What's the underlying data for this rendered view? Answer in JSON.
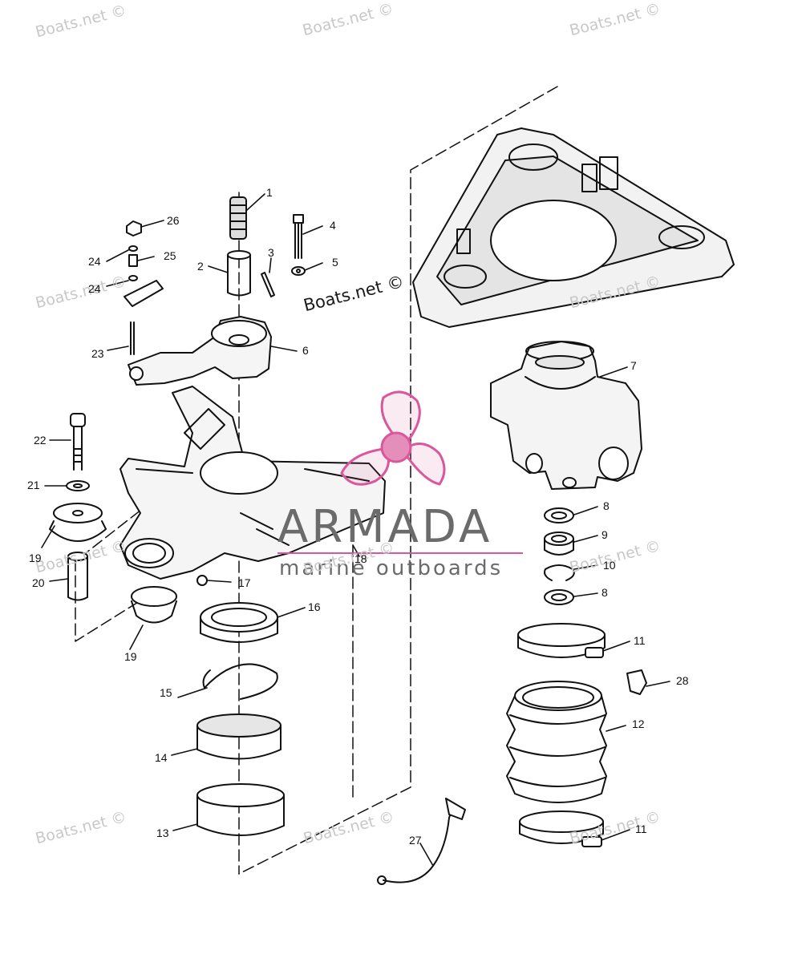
{
  "watermark": "Boats.net ©",
  "brand": {
    "name": "ARMADA",
    "tagline": "marine outboards",
    "logo_color": "#d9579a",
    "text_color": "#6b6b6b"
  },
  "callouts": [
    "1",
    "2",
    "3",
    "4",
    "5",
    "6",
    "7",
    "8",
    "9",
    "10",
    "8",
    "11",
    "12",
    "11",
    "13",
    "14",
    "15",
    "16",
    "17",
    "18",
    "19",
    "19",
    "20",
    "21",
    "22",
    "23",
    "24",
    "24",
    "25",
    "26",
    "27",
    "28"
  ]
}
